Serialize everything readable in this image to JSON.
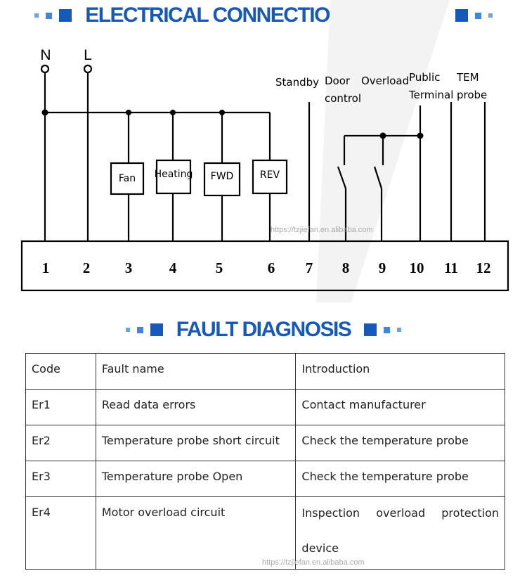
{
  "diagram_header": {
    "title": "ELECTRICAL CONNECTION DIAGRAM"
  },
  "supply": {
    "n": "N",
    "l": "L"
  },
  "components": [
    "Fan",
    "Heating",
    "FWD",
    "REV"
  ],
  "input_labels": {
    "standby": "Standby",
    "door_1": "Door",
    "door_2": "control",
    "overload": "Overload",
    "public_1": "Public",
    "public_2": "Terminal",
    "tem_1": "TEM",
    "tem_2": "probe"
  },
  "terminals": [
    "1",
    "2",
    "3",
    "4",
    "5",
    "6",
    "7",
    "8",
    "9",
    "10",
    "11",
    "12"
  ],
  "watermark_1": "https://tzjiefan.en.alibaba.com",
  "fault_header": {
    "title": "FAULT DIAGNOSIS"
  },
  "fault_table": {
    "headers": [
      "Code",
      "Fault name",
      "Introduction"
    ],
    "rows": [
      {
        "code": "Er1",
        "name": "Read data errors",
        "intro": "Contact manufacturer"
      },
      {
        "code": "Er2",
        "name": "Temperature probe short circuit",
        "intro": "Check the temperature probe"
      },
      {
        "code": "Er3",
        "name": "Temperature probe Open",
        "intro": "Check the temperature probe"
      },
      {
        "code": "Er4",
        "name": "Motor overload circuit",
        "intro": "Inspection overload protection device"
      }
    ]
  },
  "watermark_2": "https://tzjiefan.en.alibaba.com",
  "colors": {
    "heading_blue": "#1759b8",
    "line": "#000000"
  }
}
